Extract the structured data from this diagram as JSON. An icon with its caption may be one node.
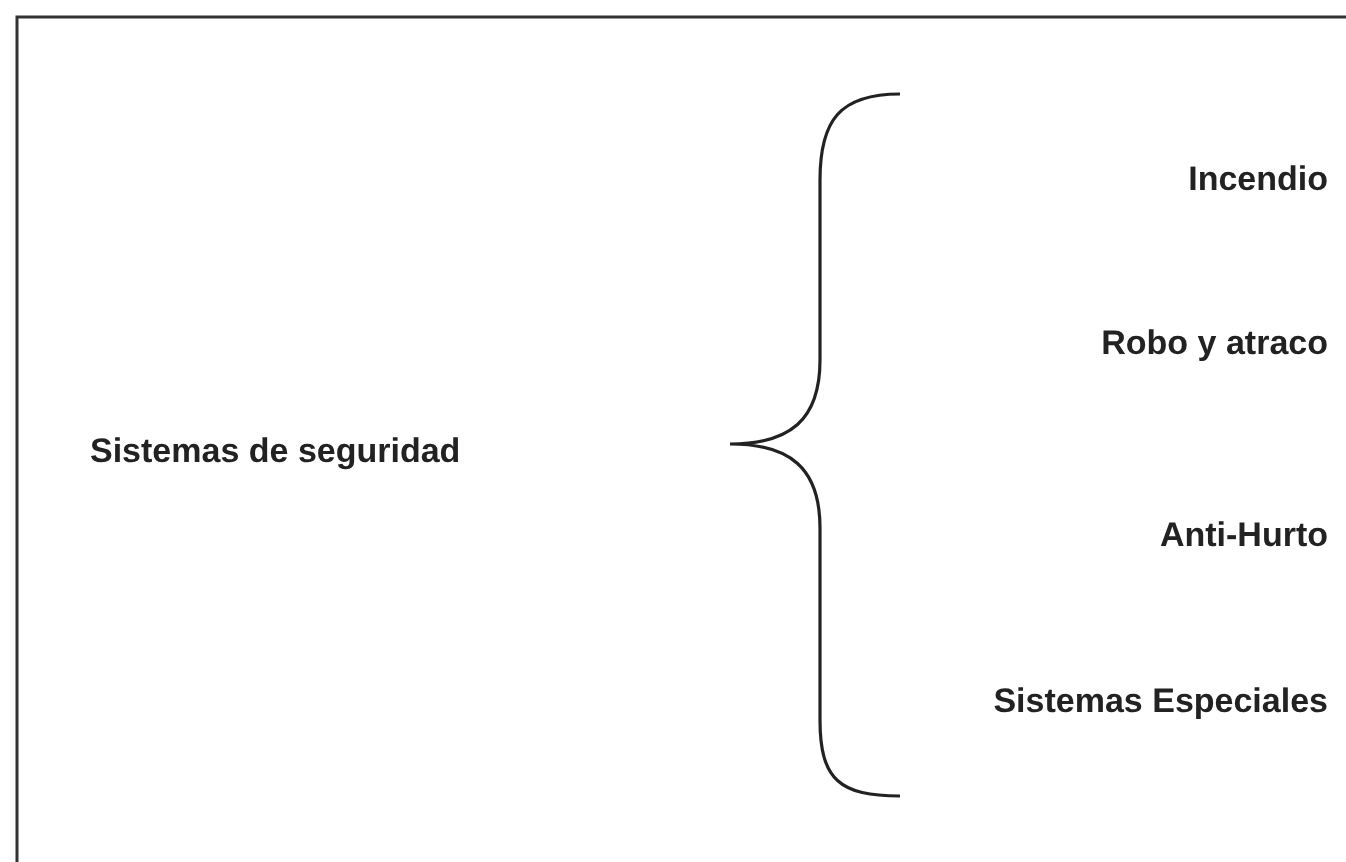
{
  "diagram": {
    "labels": [
      "Sistemas de seguridad",
      "Incendio",
      "Robo y atraco",
      "Anti-Hurto",
      "Sistemas Especiales"
    ]
  }
}
